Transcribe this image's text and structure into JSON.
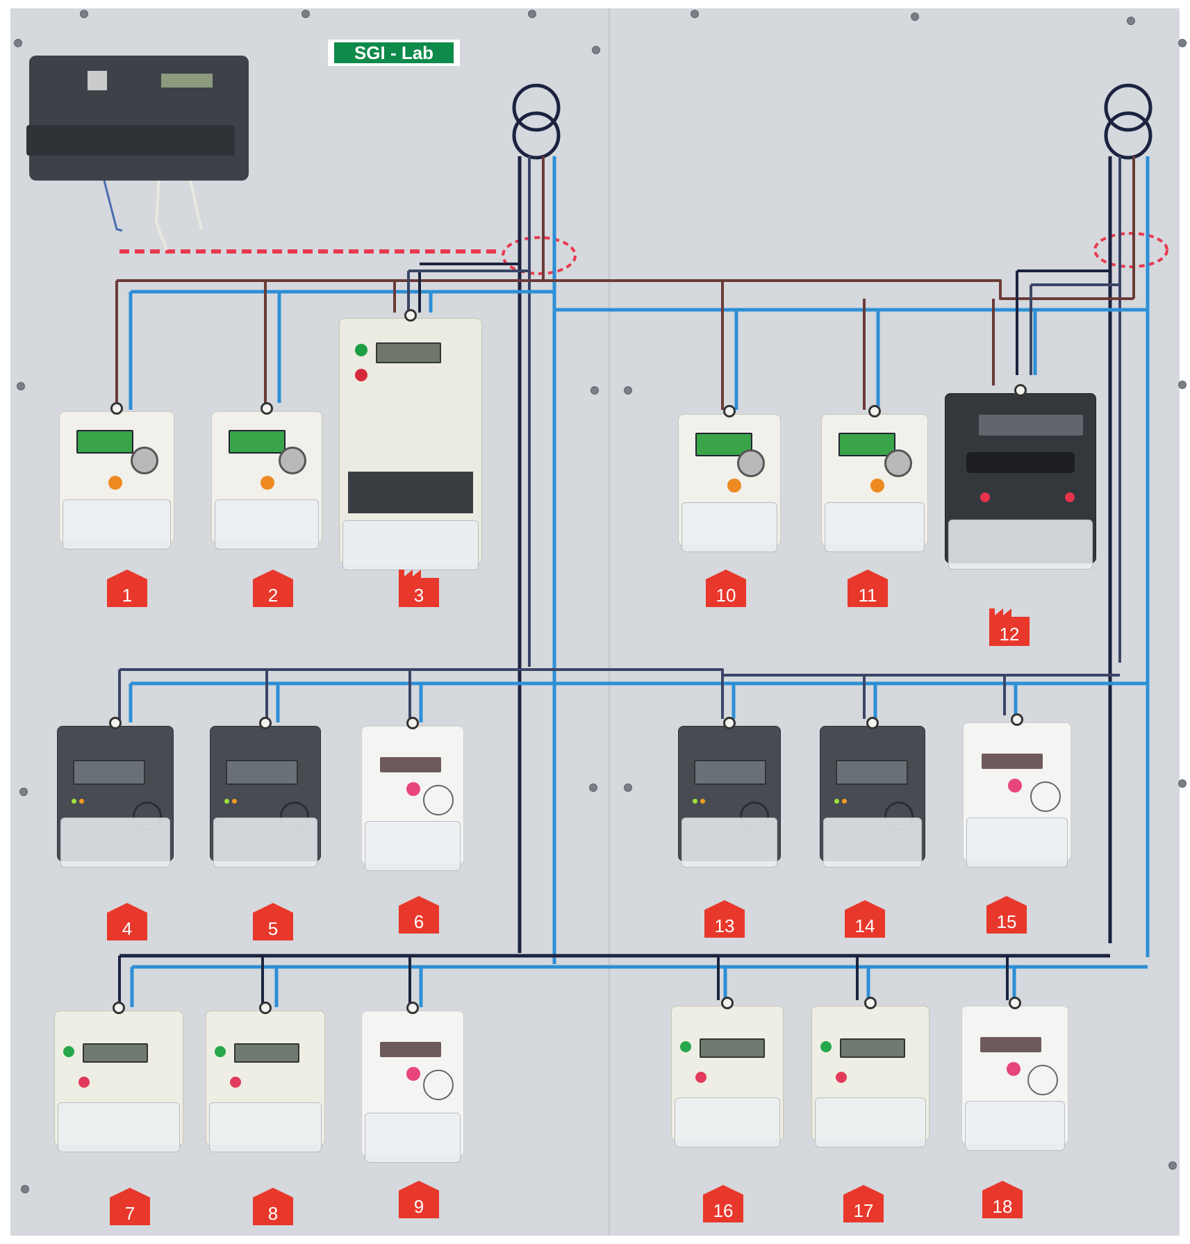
{
  "panel_label": "SGI - Lab",
  "meter_numbers": [
    "1",
    "2",
    "3",
    "4",
    "5",
    "6",
    "7",
    "8",
    "9",
    "10",
    "11",
    "12",
    "13",
    "14",
    "15",
    "16",
    "17",
    "18"
  ],
  "colors": {
    "panel": "#d5d8dc",
    "label_green": "#0e8a4a",
    "wire_brown": "#6b3a38",
    "wire_blue": "#2d8fd6",
    "wire_dark": "#1c2340",
    "tag_red": "#e8382c",
    "dashed_red": "#e8384d"
  },
  "icons": {
    "residential_tag": "house-icon",
    "industrial_tag": "factory-icon",
    "transformer": "transformer-symbol-icon"
  }
}
